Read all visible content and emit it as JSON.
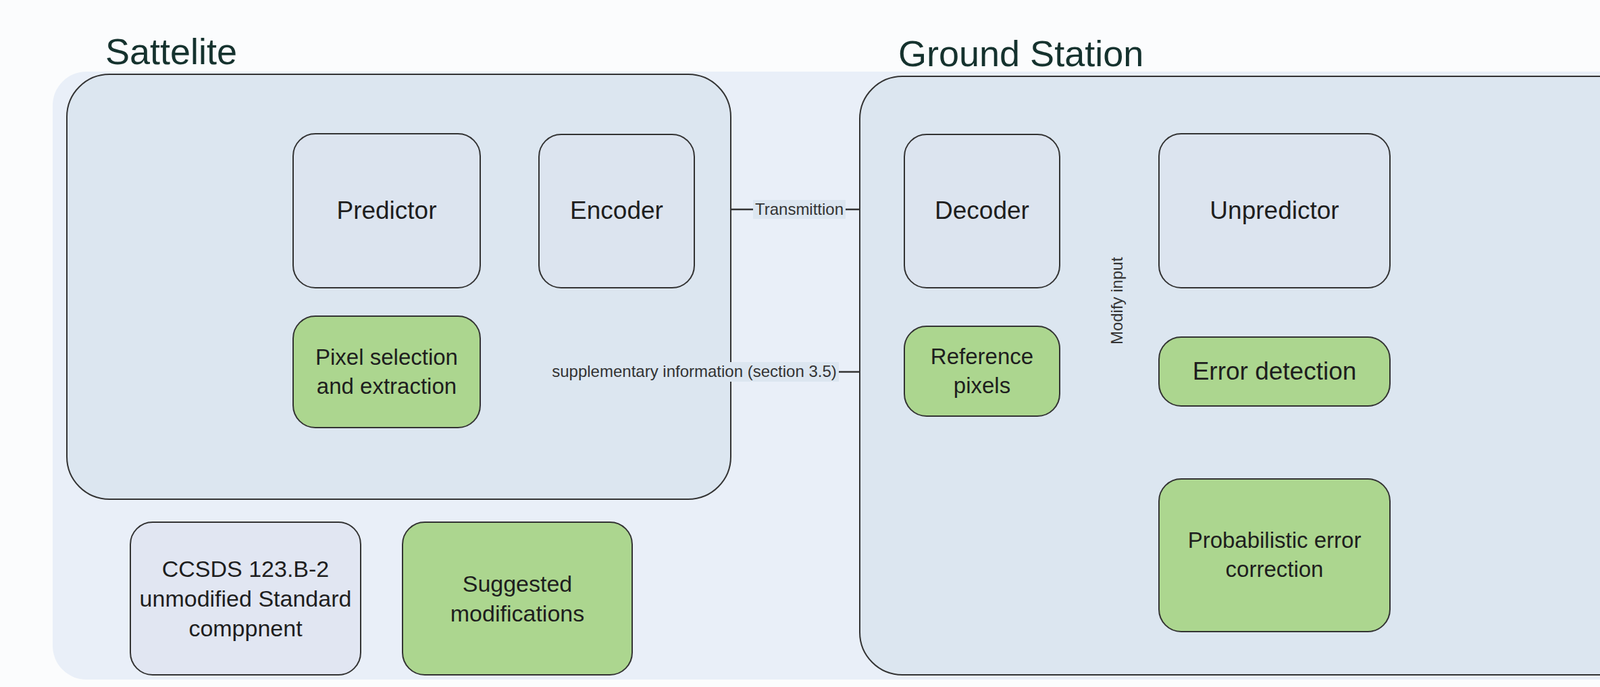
{
  "diagram": {
    "nodes": [
      {
        "text": [
          "Sattelite"
        ]
      },
      {
        "text": [
          "Predictor"
        ],
        "in": 0
      },
      {
        "text": [
          "Encoder"
        ],
        "in": 0
      },
      {
        "text": [
          "Pixel selection and extraction"
        ],
        "in": 0
      },
      {
        "text": [
          "Ground Station"
        ]
      },
      {
        "text": [
          "Decoder"
        ],
        "in": 4
      },
      {
        "text": [
          "Unpredictor"
        ],
        "in": 4
      },
      {
        "text": [
          "Reference pixels"
        ],
        "in": 4
      },
      {
        "text": [
          "Error detection"
        ],
        "in": 4
      },
      {
        "text": [
          "Probabilistic error correction"
        ],
        "in": 4
      }
    ],
    "edges": [
      {
        "from": 1,
        "to": 2,
        "arrow": "to"
      },
      {
        "from": 2,
        "to": 5,
        "label": "Transmittion",
        "arrow": "to"
      },
      {
        "from": 3,
        "to": 7,
        "label": "supplementary information (section 3.5)",
        "arrow": "to"
      },
      {
        "from": 5,
        "to": 6,
        "arrow": "to"
      },
      {
        "from": 7,
        "to": 8,
        "arrow": "to"
      },
      {
        "from": 6,
        "to": 8,
        "arrow": "to"
      },
      {
        "from": 8,
        "to": 9,
        "arrow": "to"
      },
      {
        "from": 9,
        "to": 6,
        "label": "Modify input",
        "arrow": "to"
      }
    ],
    "legend": [
      {
        "text": "CCSDS 123.B-2 unmodified Standard comppnent",
        "color": "#e1e6f2"
      },
      {
        "text": "Suggested modifications",
        "color": "#acd68f"
      }
    ]
  }
}
